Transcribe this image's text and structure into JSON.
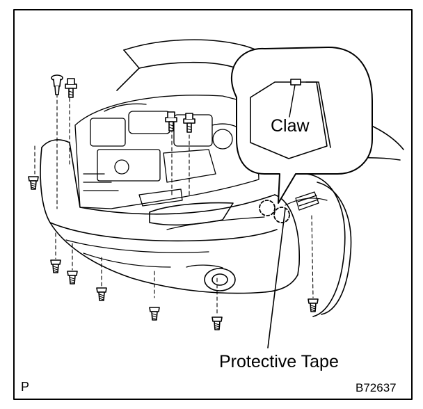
{
  "diagram": {
    "callouts": {
      "claw": "Claw",
      "protective_tape": "Protective Tape"
    },
    "corner_mark": "P",
    "figure_code": "B72637"
  },
  "colors": {
    "line": "#000000",
    "paper": "#ffffff"
  },
  "icons": [
    "bolt-icon",
    "clip-icon",
    "screw-icon"
  ]
}
